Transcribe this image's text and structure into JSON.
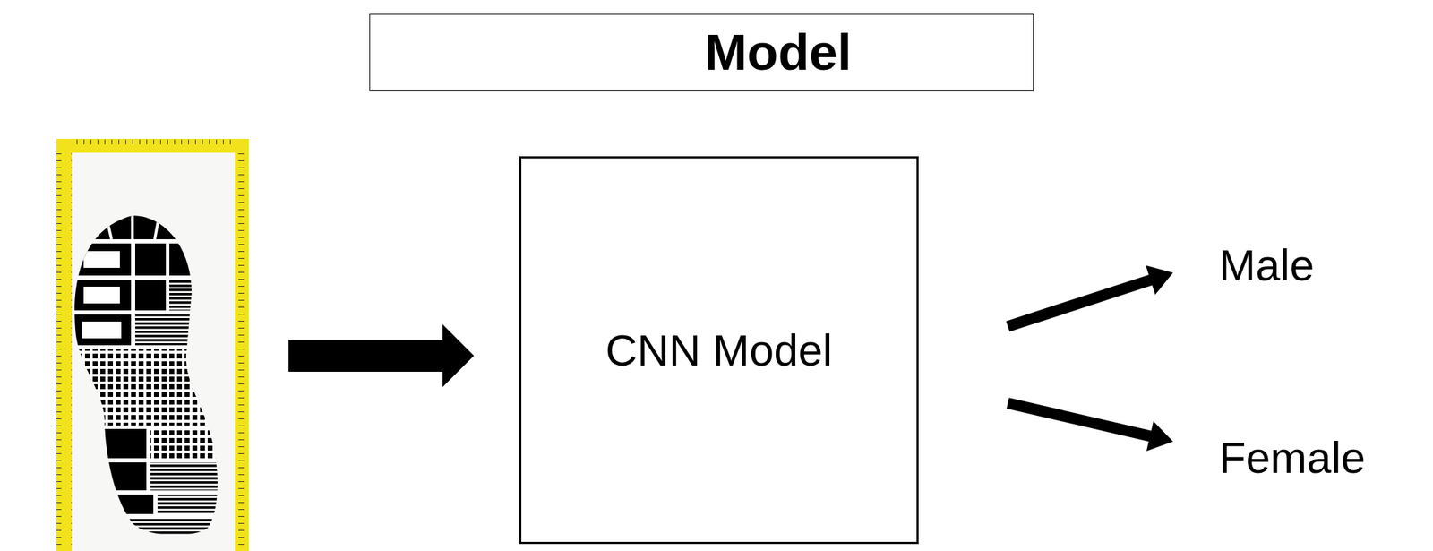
{
  "diagram": {
    "title": "Model",
    "nodes": [
      {
        "text": [
          "CNN Model"
        ]
      },
      {
        "text": [
          "Male"
        ]
      },
      {
        "text": [
          "Female"
        ]
      }
    ],
    "edges": [
      {
        "from": 0,
        "to": 1,
        "arrow": "to"
      },
      {
        "from": 0,
        "to": 2,
        "arrow": "to"
      }
    ]
  }
}
